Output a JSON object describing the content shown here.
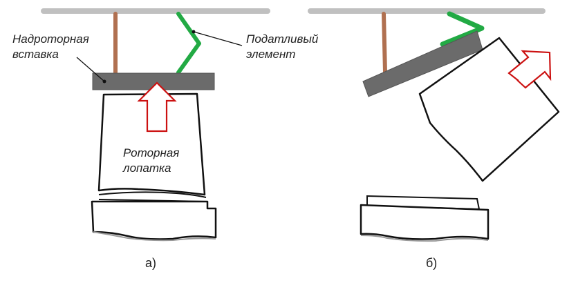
{
  "labels": {
    "insert_line1": "Надроторная",
    "insert_line2": "вставка",
    "compliant_line1": "Податливый",
    "compliant_line2": "элемент",
    "blade_line1": "Роторная",
    "blade_line2": "лопатка"
  },
  "captions": {
    "a": "а)",
    "b": "б)"
  },
  "colors": {
    "ceiling": "#c0c0c0",
    "rod": "#b07050",
    "spring": "#22aa44",
    "insert": "#6b6b6b",
    "arrow": "#cc1111",
    "outline": "#111111"
  }
}
